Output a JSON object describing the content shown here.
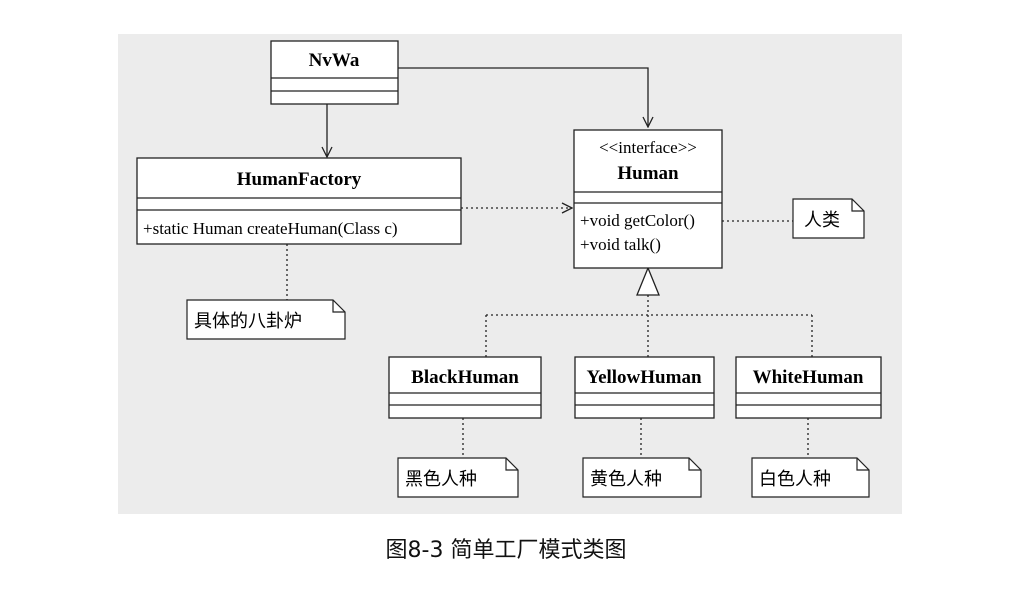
{
  "diagram": {
    "classes": {
      "nvwa": {
        "name": "NvWa"
      },
      "human_factory": {
        "name": "HumanFactory",
        "method": "+static Human createHuman(Class c)"
      },
      "human": {
        "stereotype": "<<interface>>",
        "name": "Human",
        "methods": [
          "+void getColor()",
          "+void talk()"
        ]
      },
      "black_human": {
        "name": "BlackHuman"
      },
      "yellow_human": {
        "name": "YellowHuman"
      },
      "white_human": {
        "name": "WhiteHuman"
      }
    },
    "notes": {
      "human_note": "人类",
      "factory_note": "具体的八卦炉",
      "black_note": "黑色人种",
      "yellow_note": "黄色人种",
      "white_note": "白色人种"
    }
  },
  "caption": "图8-3 简单工厂模式类图"
}
